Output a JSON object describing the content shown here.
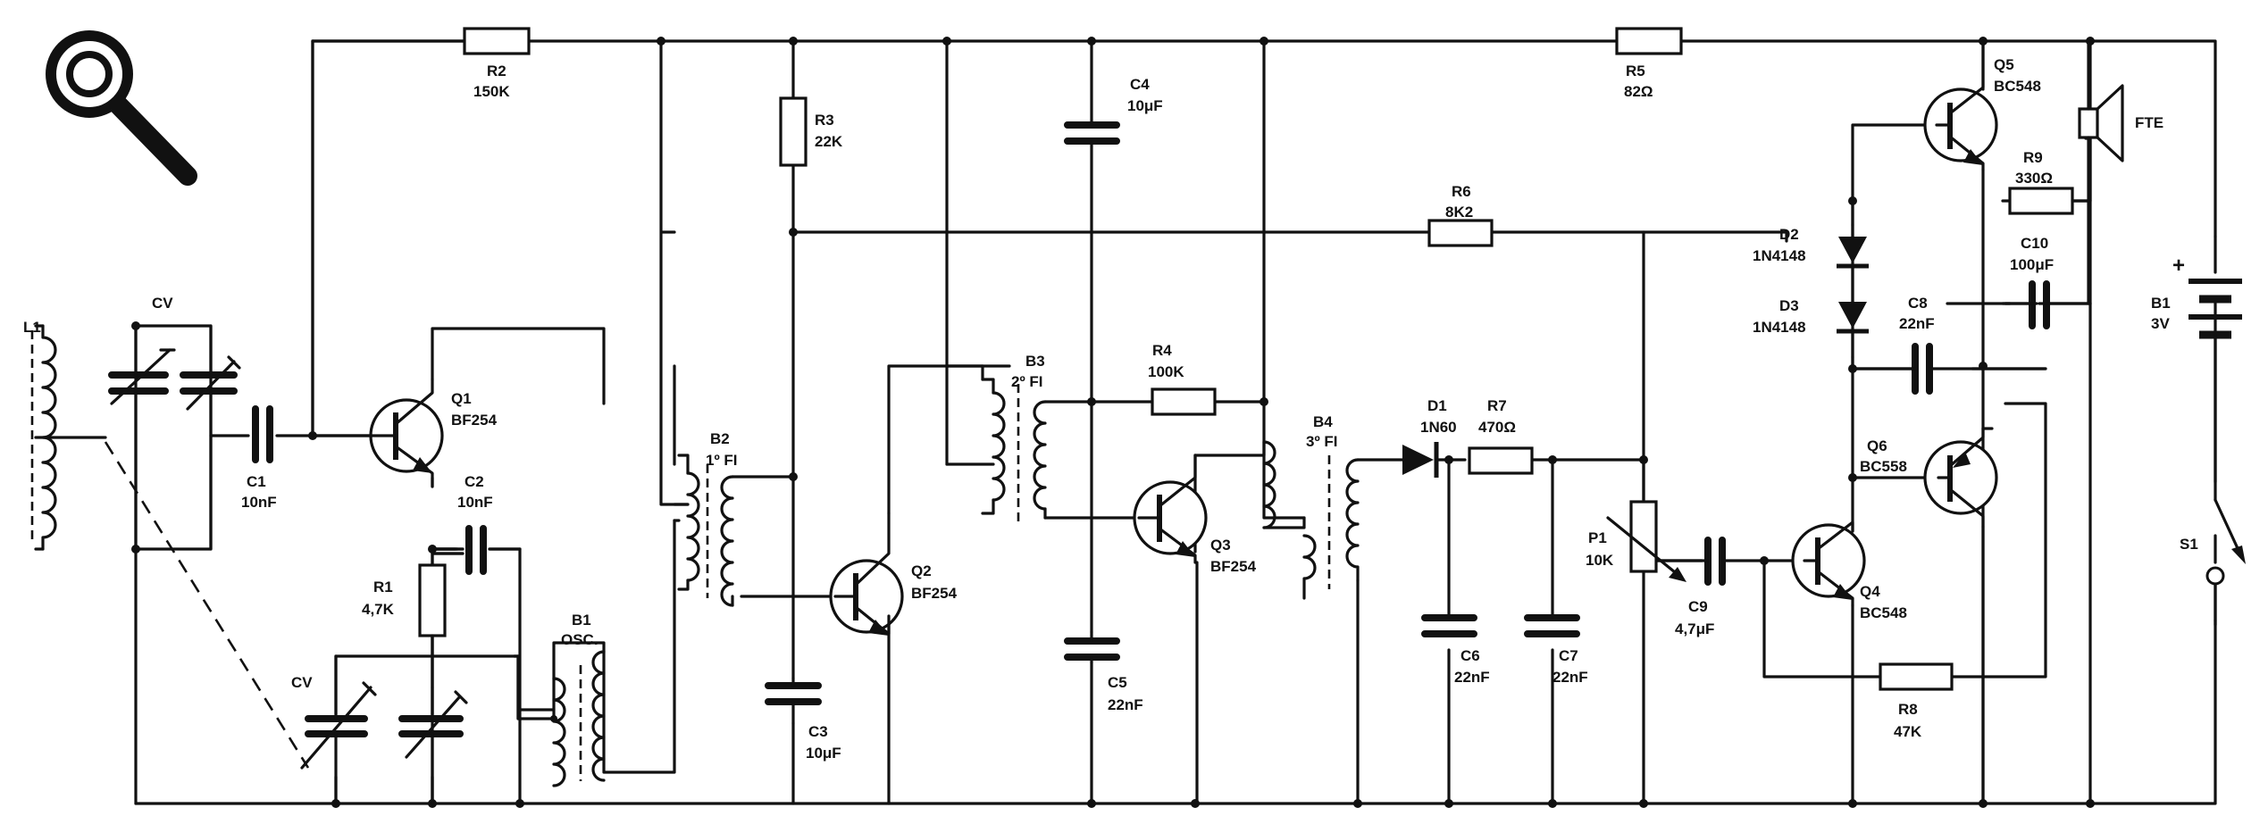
{
  "labels": {
    "R1_ref": "R1",
    "R1_val": "4,7K",
    "R2_ref": "R2",
    "R2_val": "150K",
    "R3_ref": "R3",
    "R3_val": "22K",
    "R4_ref": "R4",
    "R4_val": "100K",
    "R5_ref": "R5",
    "R5_val": "82Ω",
    "R6_ref": "R6",
    "R6_val": "8K2",
    "R7_ref": "R7",
    "R7_val": "470Ω",
    "R8_ref": "R8",
    "R8_val": "47K",
    "R9_ref": "R9",
    "R9_val": "330Ω",
    "C1_ref": "C1",
    "C1_val": "10nF",
    "C2_ref": "C2",
    "C2_val": "10nF",
    "C3_ref": "C3",
    "C3_val": "10μF",
    "C4_ref": "C4",
    "C4_val": "10μF",
    "C5_ref": "C5",
    "C5_val": "22nF",
    "C6_ref": "C6",
    "C6_val": "22nF",
    "C7_ref": "C7",
    "C7_val": "22nF",
    "C8_ref": "C8",
    "C8_val": "22nF",
    "C9_ref": "C9",
    "C9_val": "4,7μF",
    "C10_ref": "C10",
    "C10_val": "100μF",
    "Q1_ref": "Q1",
    "Q1_val": "BF254",
    "Q2_ref": "Q2",
    "Q2_val": "BF254",
    "Q3_ref": "Q3",
    "Q3_val": "BF254",
    "Q4_ref": "Q4",
    "Q4_val": "BC548",
    "Q5_ref": "Q5",
    "Q5_val": "BC548",
    "Q6_ref": "Q6",
    "Q6_val": "BC558",
    "D1_ref": "D1",
    "D1_val": "1N60",
    "D2_ref": "D2",
    "D2_val": "1N4148",
    "D3_ref": "D3",
    "D3_val": "1N4148",
    "B1_ref": "B1",
    "B1_val": "OSC.",
    "B2_ref": "B2",
    "B2_val": "1º FI",
    "B3_ref": "B3",
    "B3_val": "2º FI",
    "B4_ref": "B4",
    "B4_val": "3º FI",
    "BAT_ref": "B1",
    "BAT_val": "3V",
    "BAT_plus": "+",
    "P1_ref": "P1",
    "P1_val": "10K",
    "L1_ref": "L1",
    "CV_top": "CV",
    "CV_bot": "CV",
    "FTE": "FTE",
    "S1_ref": "S1"
  },
  "icons": {
    "corner": "magnifier-icon"
  },
  "colors": {
    "ink": "#111111",
    "paper": "#ffffff"
  }
}
